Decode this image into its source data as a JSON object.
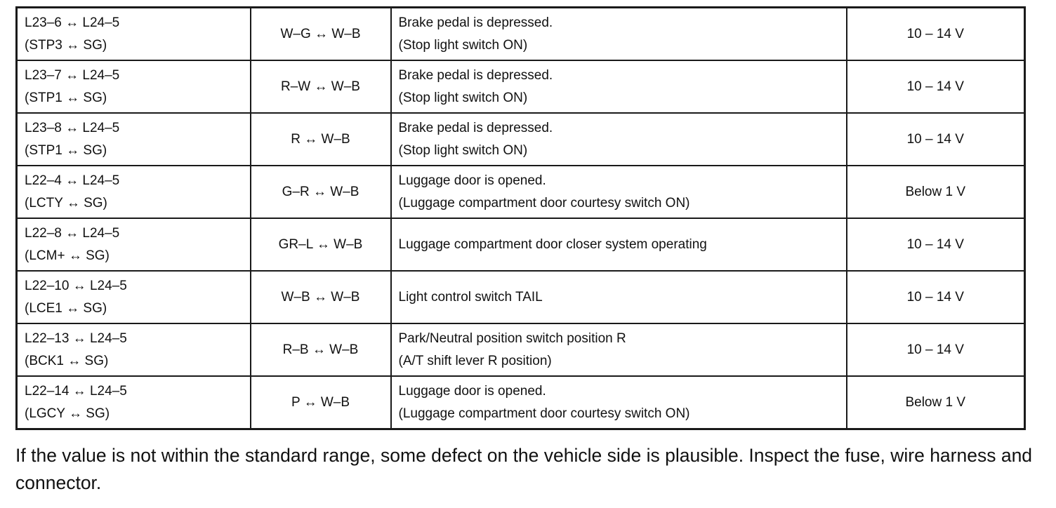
{
  "rows": [
    {
      "terminal": [
        "L23–6 ↔ L24–5",
        "(STP3 ↔ SG)"
      ],
      "wire": "W–G ↔ W–B",
      "condition": [
        "Brake pedal is depressed.",
        "(Stop light switch ON)"
      ],
      "spec": "10 – 14 V"
    },
    {
      "terminal": [
        "L23–7 ↔ L24–5",
        "(STP1 ↔ SG)"
      ],
      "wire": "R–W ↔ W–B",
      "condition": [
        "Brake pedal is depressed.",
        "(Stop light switch ON)"
      ],
      "spec": "10 – 14 V"
    },
    {
      "terminal": [
        "L23–8 ↔ L24–5",
        "(STP1 ↔ SG)"
      ],
      "wire": "R ↔ W–B",
      "condition": [
        "Brake pedal is depressed.",
        "(Stop light switch ON)"
      ],
      "spec": "10 – 14 V"
    },
    {
      "terminal": [
        "L22–4 ↔ L24–5",
        "(LCTY ↔ SG)"
      ],
      "wire": "G–R ↔ W–B",
      "condition": [
        "Luggage door is opened.",
        "(Luggage compartment door courtesy switch ON)"
      ],
      "spec": "Below 1 V"
    },
    {
      "terminal": [
        "L22–8 ↔ L24–5",
        "(LCM+ ↔ SG)"
      ],
      "wire": "GR–L ↔ W–B",
      "condition": [
        "Luggage compartment door closer system operating"
      ],
      "spec": "10 – 14 V"
    },
    {
      "terminal": [
        "L22–10 ↔ L24–5",
        "(LCE1 ↔ SG)"
      ],
      "wire": "W–B ↔ W–B",
      "condition": [
        "Light control switch TAIL"
      ],
      "spec": "10 – 14 V"
    },
    {
      "terminal": [
        "L22–13 ↔ L24–5",
        "(BCK1 ↔ SG)"
      ],
      "wire": "R–B ↔ W–B",
      "condition": [
        "Park/Neutral position switch position R",
        "(A/T shift lever R position)"
      ],
      "spec": "10 – 14 V"
    },
    {
      "terminal": [
        "L22–14 ↔ L24–5",
        "(LGCY ↔ SG)"
      ],
      "wire": "P ↔ W–B",
      "condition": [
        "Luggage door is opened.",
        "(Luggage compartment door courtesy switch ON)"
      ],
      "spec": "Below 1 V"
    }
  ],
  "note": "If the value is not within the standard range, some defect on the vehicle side is plausible. Inspect the fuse, wire harness and connector."
}
